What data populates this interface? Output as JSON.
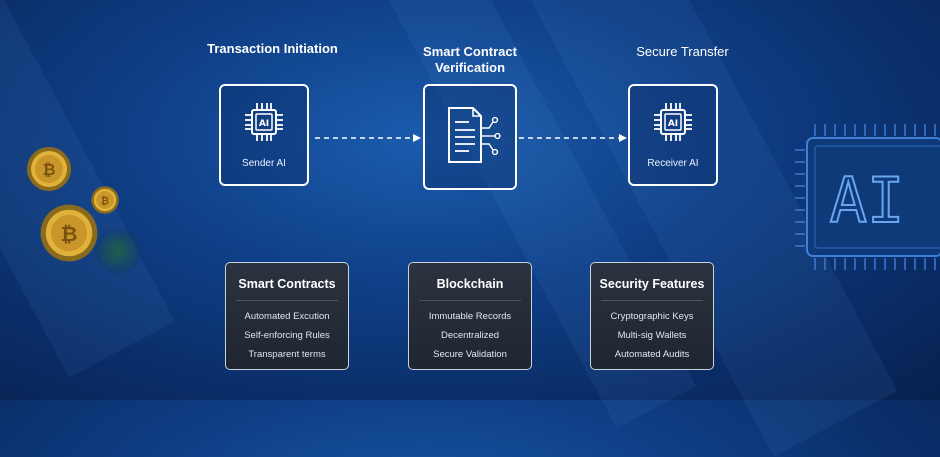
{
  "stages": [
    {
      "title": "Transaction Initiation",
      "node_label": "Sender AI",
      "node_icon": "ai-chip-icon"
    },
    {
      "title": "Smart Contract\nVerification",
      "node_label": "",
      "node_icon": "contract-document-icon"
    },
    {
      "title": "Secure Transfer",
      "node_label": "Receiver AI",
      "node_icon": "ai-chip-icon"
    }
  ],
  "chip_text": "AI",
  "cards": [
    {
      "title": "Smart Contracts",
      "items": [
        "Automated Excution",
        "Self-enforcing Rules",
        "Transparent terms"
      ]
    },
    {
      "title": "Blockchain",
      "items": [
        "Immutable Records",
        "Decentralized",
        "Secure Validation"
      ]
    },
    {
      "title": "Security Features",
      "items": [
        "Cryptographic Keys",
        "Multi-sig Wallets",
        "Automated Audits"
      ]
    }
  ],
  "decoration": {
    "left_coins": "bitcoin-coin-icon",
    "right_chip": "ai-processor-chip-icon"
  },
  "colors": {
    "background": "#0f3f86",
    "card_background": "#262e39",
    "accent_white": "#ffffff"
  }
}
